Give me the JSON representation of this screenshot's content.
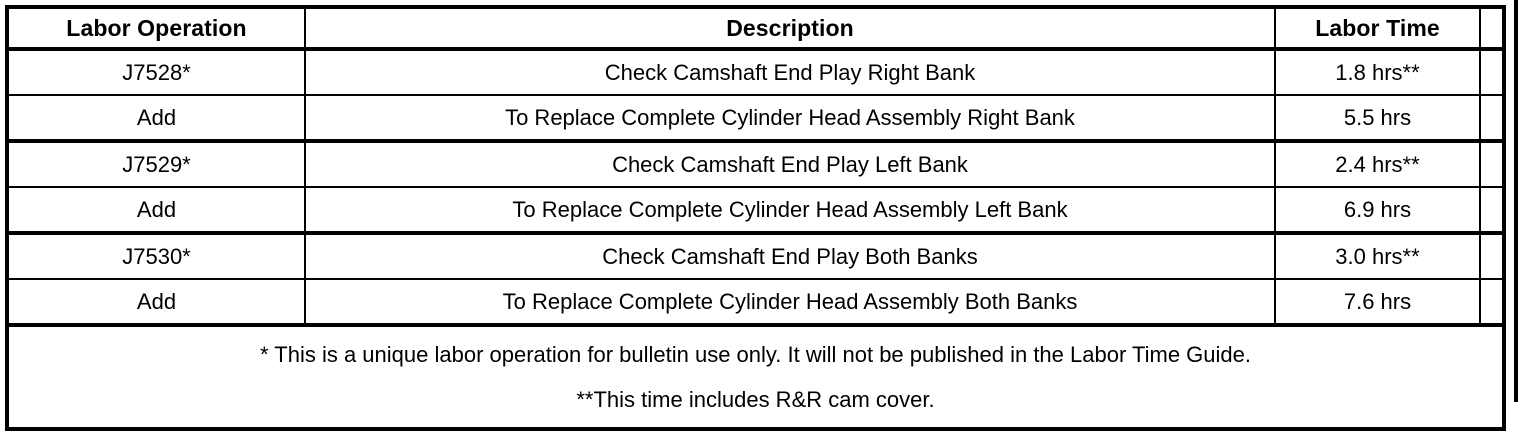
{
  "table": {
    "headers": {
      "operation": "Labor Operation",
      "description": "Description",
      "labor_time": "Labor Time",
      "spacer": ""
    },
    "rows": [
      {
        "operation": "J7528*",
        "description": "Check Camshaft End Play Right Bank",
        "labor_time": "1.8 hrs**",
        "spacer": ""
      },
      {
        "operation": "Add",
        "description": "To Replace Complete Cylinder Head Assembly Right Bank",
        "labor_time": "5.5 hrs",
        "spacer": ""
      },
      {
        "operation": "J7529*",
        "description": "Check Camshaft End Play Left Bank",
        "labor_time": "2.4 hrs**",
        "spacer": ""
      },
      {
        "operation": "Add",
        "description": "To Replace Complete Cylinder Head Assembly Left Bank",
        "labor_time": "6.9 hrs",
        "spacer": ""
      },
      {
        "operation": "J7530*",
        "description": "Check Camshaft End Play Both Banks",
        "labor_time": "3.0 hrs**",
        "spacer": ""
      },
      {
        "operation": "Add",
        "description": "To Replace Complete Cylinder Head Assembly Both Banks",
        "labor_time": "7.6 hrs",
        "spacer": ""
      }
    ],
    "footnotes": [
      "* This is a unique labor operation for bulletin use only. It will not be published in the Labor Time Guide.",
      "**This time includes R&R cam cover."
    ]
  },
  "colors": {
    "rule": "#000000",
    "text": "#000000",
    "background": "#ffffff"
  }
}
